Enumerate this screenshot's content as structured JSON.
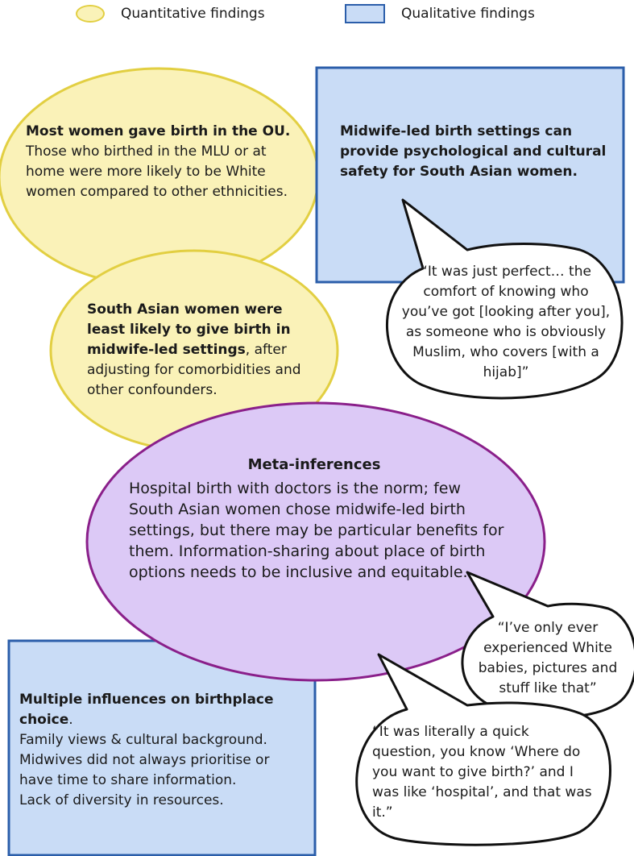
{
  "legend": {
    "quantitative_label": "Quantitative findings",
    "qualitative_label": "Qualitative findings"
  },
  "colors": {
    "quant_fill": "#faf2b8",
    "quant_stroke": "#e2cf42",
    "qual_fill": "#c9dcf6",
    "qual_stroke": "#2b5eaa",
    "meta_fill": "#dcc9f6",
    "meta_stroke": "#8a1f8a",
    "bubble_stroke": "#111111"
  },
  "quant_top": {
    "bold": "Most women gave birth in the OU.",
    "rest": "Those who birthed in the MLU or at home were more likely to be White women compared to other ethnicities."
  },
  "qual_top": {
    "bold": "Midwife-led birth settings can provide psychological and cultural safety for South Asian women."
  },
  "quote_1": {
    "text": "“It was just perfect… the comfort of knowing who you’ve got [looking after you], as someone who is obviously Muslim, who covers [with a hijab]”"
  },
  "quant_mid": {
    "bold": "South Asian women were least likely to give birth in midwife-led settings",
    "rest": ", after adjusting for comorbidities and other confounders."
  },
  "meta": {
    "title": "Meta-inferences",
    "body": "Hospital birth with doctors is the norm; few South Asian women chose midwife-led birth settings, but there may be particular benefits for them. Information-sharing about place of birth options needs to be inclusive and equitable."
  },
  "qual_bottom": {
    "bold": "Multiple influences on birthplace choice",
    "bold_suffix": ".",
    "lines": [
      "Family views & cultural background.",
      "Midwives did not always prioritise or have time to share information.",
      "Lack of diversity in resources."
    ]
  },
  "quote_2": {
    "text": "“I’ve only ever experienced White babies, pictures and stuff like that”"
  },
  "quote_3": {
    "text": "“It was literally a quick question, you know ‘Where do you want to give birth?’ and I was like ‘hospital’, and that was it.”"
  }
}
